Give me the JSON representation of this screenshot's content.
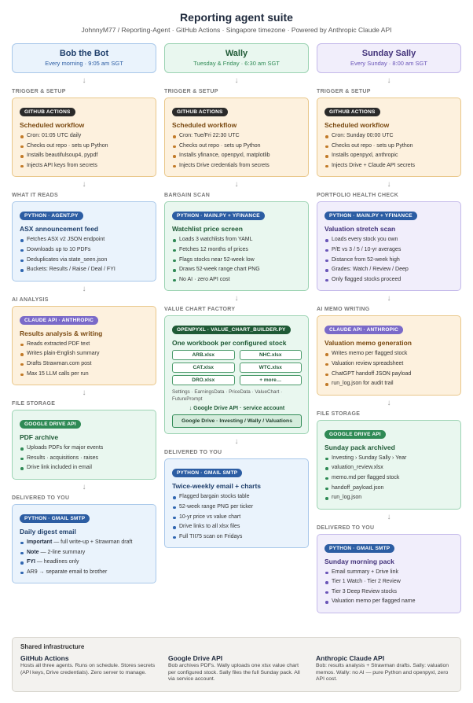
{
  "title": "Reporting agent suite",
  "subtitle": "JohnnyM77 / Reporting-Agent · GitHub Actions · Singapore timezone · Powered by Anthropic Claude API",
  "arrow": "↓",
  "colors": {
    "blue": "#2c5da3",
    "orange": "#c27a28",
    "green": "#2f8a55",
    "purple": "#6a55b8",
    "dark": "#2a2a2a"
  },
  "columns": [
    {
      "title": "Bob the Bot",
      "schedule": "Every morning · 9:05 am SGT",
      "sections": [
        {
          "label": "TRIGGER & SETUP",
          "pill": "GITHUB ACTIONS",
          "title": "Scheduled workflow",
          "items": [
            "Cron: 01:05 UTC daily",
            "Checks out repo · sets up Python",
            "Installs beautifulsoup4, pypdf",
            "Injects API keys from secrets"
          ]
        },
        {
          "label": "WHAT IT READS",
          "pill": "PYTHON · AGENT.PY",
          "title": "ASX announcement feed",
          "items": [
            "Fetches ASX v2 JSON endpoint",
            "Downloads up to 10 PDFs",
            "Deduplicates via state_seen.json",
            "Buckets: Results / Raise / Deal / FYI"
          ]
        },
        {
          "label": "AI ANALYSIS",
          "pill": "CLAUDE API · ANTHROPIC",
          "title": "Results analysis & writing",
          "items": [
            "Reads extracted PDF text",
            "Writes plain-English summary",
            "Drafts Strawman.com post",
            "Max 15 LLM calls per run"
          ]
        },
        {
          "label": "FILE STORAGE",
          "pill": "GOOGLE DRIVE API",
          "title": "PDF archive",
          "items": [
            "Uploads PDFs for major events",
            "Results · acquisitions · raises",
            "Drive link included in email"
          ]
        },
        {
          "label": "DELIVERED TO YOU",
          "pill": "PYTHON · GMAIL SMTP",
          "title": "Daily digest email",
          "items": [
            {
              "b": "Important",
              "t": " — full write-up + Strawman draft"
            },
            {
              "b": "Note",
              "t": " — 2-line summary"
            },
            {
              "b": "FYI",
              "t": " — headlines only"
            },
            {
              "b": "",
              "t": "AR9 → separate email to brother"
            }
          ]
        }
      ]
    },
    {
      "title": "Wally",
      "schedule": "Tuesday & Friday · 6:30 am SGT",
      "sections": [
        {
          "label": "TRIGGER & SETUP",
          "pill": "GITHUB ACTIONS",
          "title": "Scheduled workflow",
          "items": [
            "Cron: Tue/Fri 22:30 UTC",
            "Checks out repo · sets up Python",
            "Installs yfinance, openpyxl, matplotlib",
            "Injects Drive credentials from secrets"
          ]
        },
        {
          "label": "BARGAIN SCAN",
          "pill": "PYTHON · MAIN.PY + YFINANCE",
          "title": "Watchlist price screen",
          "items": [
            "Loads 3 watchlists from YAML",
            "Fetches 12 months of prices",
            "Flags stocks near 52-week low",
            "Draws 52-week range chart PNG",
            "No AI · zero API cost"
          ]
        },
        {
          "label": "VALUE CHART FACTORY",
          "pill": "OPENPYXL · VALUE_CHART_BUILDER.PY",
          "title": "One workbook per configured stock",
          "files": [
            "ARB.xlsx",
            "NHC.xlsx",
            "CAT.xlsx",
            "WTC.xlsx",
            "DRO.xlsx",
            "+ more…"
          ],
          "sheets": "Settings · EarningsData · PriceData · ValueChart · FuturePrompt",
          "drive_api": "↓ Google Drive API · service account",
          "drive_path": "Google Drive · Investing / Wally / Valuations"
        },
        {
          "label": "DELIVERED TO YOU",
          "pill": "PYTHON · GMAIL SMTP",
          "title": "Twice-weekly email + charts",
          "items": [
            "Flagged bargain stocks table",
            "52-week range PNG per ticker",
            "10-yr price vs value chart",
            "Drive links to all xlsx files",
            "Full TII75 scan on Fridays"
          ]
        }
      ]
    },
    {
      "title": "Sunday Sally",
      "schedule": "Every Sunday · 8:00 am SGT",
      "sections": [
        {
          "label": "TRIGGER & SETUP",
          "pill": "GITHUB ACTIONS",
          "title": "Scheduled workflow",
          "items": [
            "Cron: Sunday 00:00 UTC",
            "Checks out repo · sets up Python",
            "Installs openpyxl, anthropic",
            "Injects Drive + Claude API secrets"
          ]
        },
        {
          "label": "PORTFOLIO HEALTH CHECK",
          "pill": "PYTHON · MAIN.PY + YFINANCE",
          "title": "Valuation stretch scan",
          "items": [
            "Loads every stock you own",
            "P/E vs 3 / 5 / 10-yr averages",
            "Distance from 52-week high",
            "Grades: Watch / Review / Deep",
            "Only flagged stocks proceed"
          ]
        },
        {
          "label": "AI MEMO WRITING",
          "pill": "CLAUDE API · ANTHROPIC",
          "title": "Valuation memo generation",
          "items": [
            "Writes memo per flagged stock",
            "Valuation review spreadsheet",
            "ChatGPT handoff JSON payload",
            "run_log.json for audit trail"
          ]
        },
        {
          "label": "FILE STORAGE",
          "pill": "GOOGLE DRIVE API",
          "title": "Sunday pack archived",
          "items": [
            "Investing › Sunday Sally › Year",
            "valuation_review.xlsx",
            "memo.md per flagged stock",
            "handoff_payload.json",
            "run_log.json"
          ]
        },
        {
          "label": "DELIVERED TO YOU",
          "pill": "PYTHON · GMAIL SMTP",
          "title": "Sunday morning pack",
          "items": [
            "Email summary + Drive link",
            "Tier 1 Watch · Tier 2 Review",
            "Tier 3 Deep Review stocks",
            "Valuation memo per flagged name"
          ]
        }
      ]
    }
  ],
  "infra": {
    "title": "Shared infrastructure",
    "cols": [
      {
        "title": "GitHub Actions",
        "desc": "Hosts all three agents. Runs on schedule. Stores secrets (API keys, Drive credentials). Zero server to manage."
      },
      {
        "title": "Google Drive API",
        "desc": "Bob archives PDFs. Wally uploads one xlsx value chart per configured stock. Sally files the full Sunday pack. All via service account."
      },
      {
        "title": "Anthropic Claude API",
        "desc": "Bob: results analysis + Strawman drafts. Sally: valuation memos. Wally: no AI — pure Python and openpyxl, zero API cost."
      }
    ]
  }
}
